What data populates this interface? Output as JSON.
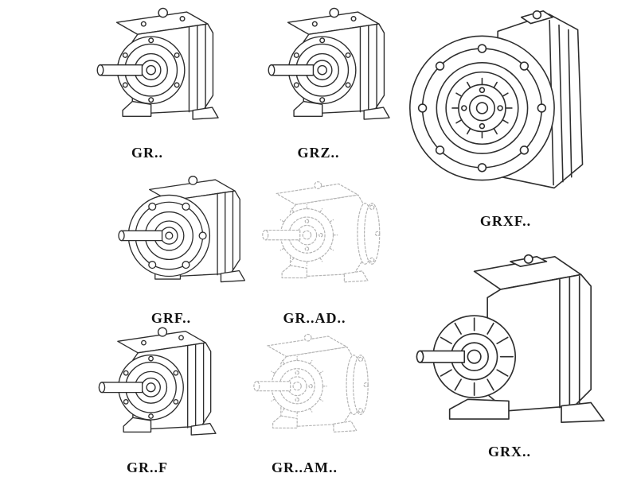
{
  "page": {
    "kind": "gear-reducer-catalog-sheet",
    "background": "#ffffff"
  },
  "colors": {
    "ink": "#2e2e2e",
    "ghost": "#b5b5b5"
  },
  "figures": [
    {
      "id": "gr",
      "label": "GR..",
      "style": "solid",
      "drawing": "foot-mounted-helical-gear-unit"
    },
    {
      "id": "grz",
      "label": "GRZ..",
      "style": "solid",
      "drawing": "foot-mounted-helical-gear-unit"
    },
    {
      "id": "grxf",
      "label": "GRXF..",
      "style": "solid",
      "drawing": "flange-mounted-gear-unit-front-view"
    },
    {
      "id": "grf",
      "label": "GRF..",
      "style": "solid",
      "drawing": "flange-foot-helical-gear-unit"
    },
    {
      "id": "gr-ad",
      "label": "GR..AD..",
      "style": "ghost",
      "drawing": "gear-unit-with-input-adapter-dashed"
    },
    {
      "id": "gr-f",
      "label": "GR..F",
      "style": "solid",
      "drawing": "foot-mounted-helical-gear-unit"
    },
    {
      "id": "gr-am",
      "label": "GR..AM..",
      "style": "ghost",
      "drawing": "gear-unit-with-motor-adapter-dashed"
    },
    {
      "id": "grx",
      "label": "GRX..",
      "style": "solid",
      "drawing": "large-foot-mounted-gear-unit"
    }
  ]
}
